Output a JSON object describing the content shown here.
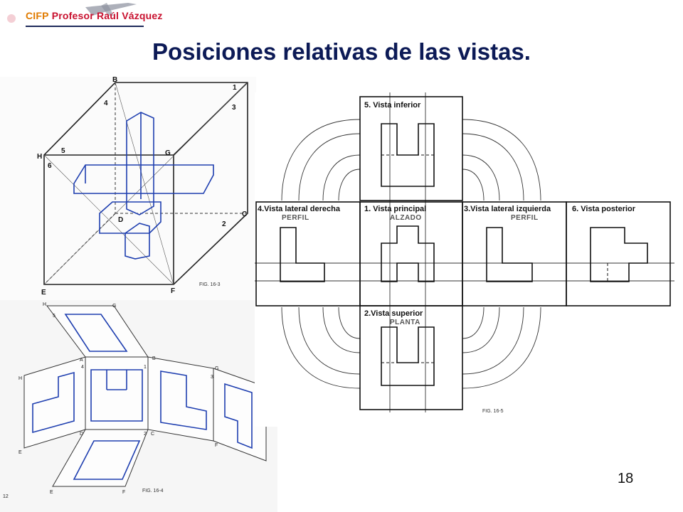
{
  "header": {
    "logo_prefix": "CIFP",
    "logo_name": "Profesor Raúl Vázquez"
  },
  "title": "Posiciones relativas de las vistas.",
  "page_number": "18",
  "figures": {
    "fig_cube": {
      "caption": "FIG. 16-3",
      "corners": [
        "B",
        "H",
        "C",
        "E",
        "F",
        "G",
        "D"
      ],
      "numbers": [
        "1",
        "2",
        "3",
        "4",
        "5",
        "6"
      ]
    },
    "fig_unfolded": {
      "caption": "FIG. 16-4",
      "corner_labels": [
        "H",
        "G",
        "A",
        "B",
        "H",
        "G",
        "E",
        "D",
        "C",
        "F",
        "E",
        "F"
      ],
      "numbers": [
        "5",
        "4",
        "1",
        "3",
        "2"
      ],
      "margin_mark": "12"
    },
    "fig_views": {
      "caption": "FIG. 16-5",
      "views": [
        {
          "label": "5. Vista inferior",
          "sublabel": ""
        },
        {
          "label": "4.Vista lateral derecha",
          "sublabel": "PERFIL"
        },
        {
          "label": "1. Vista principal",
          "sublabel": "ALZADO"
        },
        {
          "label": "3.Vista lateral izquierda",
          "sublabel": "PERFIL"
        },
        {
          "label": "6. Vista posterior",
          "sublabel": ""
        },
        {
          "label": "2.Vista superior",
          "sublabel": "PLANTA"
        }
      ]
    }
  },
  "colors": {
    "title": "#0c1a56",
    "brand_red": "#c8102e",
    "brand_orange": "#e07b00",
    "outline_blue": "#1f3fb0"
  }
}
